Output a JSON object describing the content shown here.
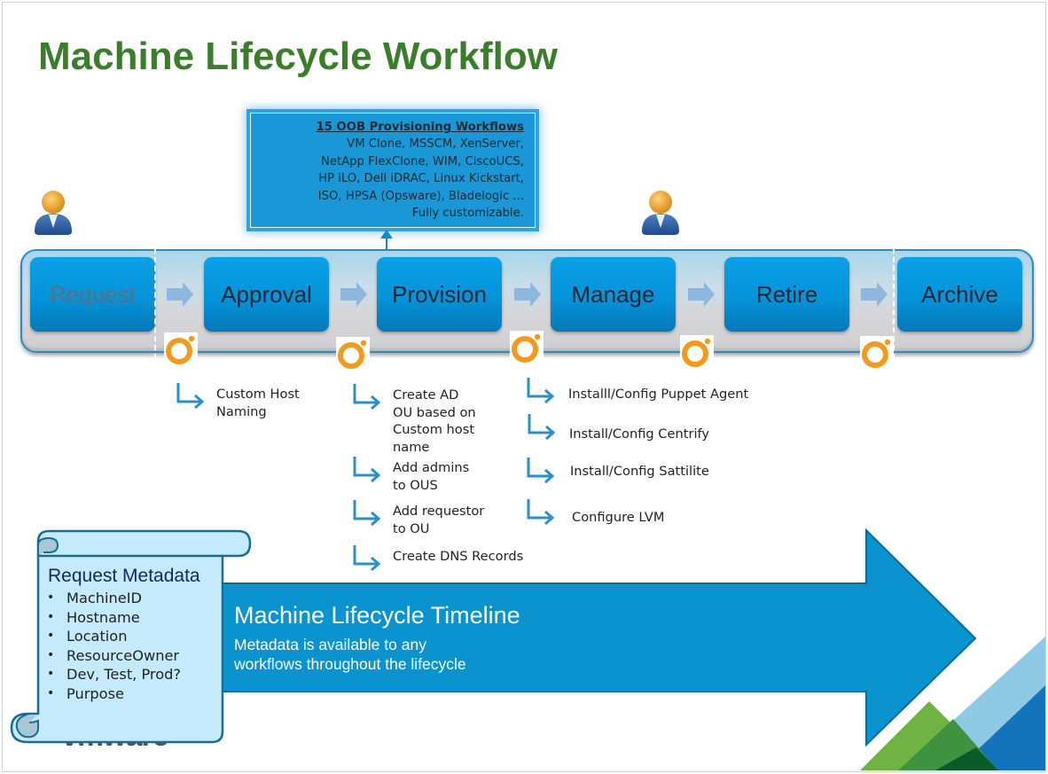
{
  "slide": {
    "title": "Machine Lifecycle Workflow",
    "brand_logo": "vmware"
  },
  "colors": {
    "title_green": "#3a7e2b",
    "stage_blue": "#0593d9",
    "callout_blue": "#1a97d6",
    "timeline_blue": "#0b93d0",
    "orchestrator_orange": "#f39a1e",
    "scroll_fill": "#c4eafb",
    "scroll_border": "#1a6c93"
  },
  "callout": {
    "heading": "15 OOB Provisioning Workflows",
    "lines": [
      "VM Clone, MSSCM, XenServer,",
      "NetApp FlexClone, WIM, CiscoUCS,",
      "HP iLO, Dell iDRAC, Linux Kickstart,",
      "ISO, HPSA (Opsware), Bladelogic ...",
      "Fully customizable."
    ]
  },
  "stages": [
    {
      "label": "Request",
      "state": "dimmed"
    },
    {
      "label": "Approval"
    },
    {
      "label": "Provision"
    },
    {
      "label": "Manage"
    },
    {
      "label": "Retire"
    },
    {
      "label": "Archive"
    }
  ],
  "icons": {
    "person": "user-icon",
    "orchestrator": "orchestrator-ring-icon",
    "flow": "chevron-right-arrow-icon",
    "task": "elbow-arrow-icon"
  },
  "task_groups": {
    "approval": [
      "Custom Host\nNaming"
    ],
    "provision": [
      "Create AD\nOU based on\nCustom host\nname",
      "Add admins\nto OUS",
      "Add requestor\nto OU",
      "Create DNS Records"
    ],
    "manage": [
      "Installl/Config Puppet Agent",
      "Install/Config Centrify",
      "Install/Config Sattilite",
      "Configure LVM"
    ]
  },
  "timeline": {
    "title": "Machine Lifecycle Timeline",
    "subtitle_lines": [
      "Metadata is available to any",
      "workflows throughout the lifecycle"
    ]
  },
  "metadata_scroll": {
    "title": "Request Metadata",
    "items": [
      "MachineID",
      "Hostname",
      "Location",
      "ResourceOwner",
      "Dev, Test, Prod?",
      "Purpose"
    ],
    "bullet": "•"
  }
}
